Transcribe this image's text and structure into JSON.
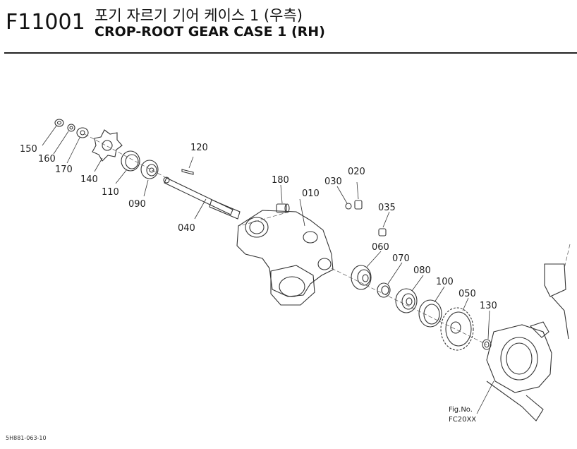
{
  "header": {
    "code": "F11001",
    "title_ko": "포기 자르기 기어 케이스 1 (우측)",
    "title_en": "CROP-ROOT GEAR CASE 1 (RH)"
  },
  "parts": {
    "p150": "150",
    "p160": "160",
    "p170": "170",
    "p140": "140",
    "p110": "110",
    "p090": "090",
    "p120": "120",
    "p040": "040",
    "p180": "180",
    "p010": "010",
    "p030": "030",
    "p020": "020",
    "p035": "035",
    "p060": "060",
    "p070": "070",
    "p080": "080",
    "p100": "100",
    "p050": "050",
    "p130": "130"
  },
  "fig_ref": {
    "line1": "Fig.No.",
    "line2": "FC20XX"
  },
  "footer": {
    "doc_number": "5H881-063-10"
  }
}
